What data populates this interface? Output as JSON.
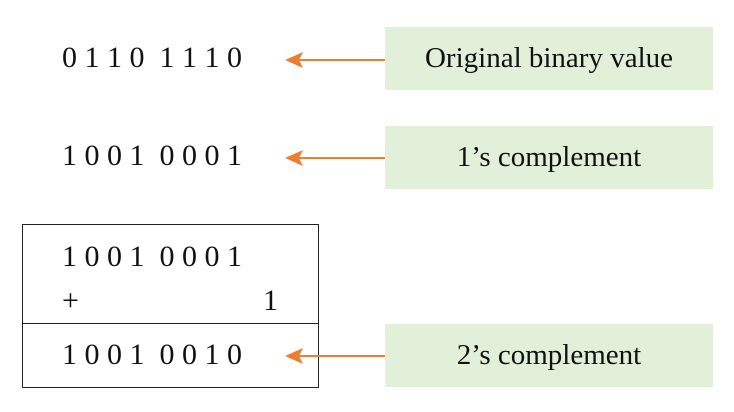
{
  "rows": {
    "original": {
      "value": "0 1 1 0  1 1 1 0",
      "label": "Original binary value"
    },
    "ones_complement": {
      "value": "1 0 0 1  0 0 0 1",
      "label": "1’s complement"
    },
    "addition": {
      "operand": "1 0 0 1  0 0 0 1",
      "plus_sign": "+",
      "addend": "1",
      "result": "1 0 0 1  0 0 1 0",
      "label": "2’s complement"
    }
  },
  "colors": {
    "arrow": "#ed7d31",
    "label_fill": "#e2efd9",
    "text": "#111111",
    "box_border": "#222222"
  }
}
